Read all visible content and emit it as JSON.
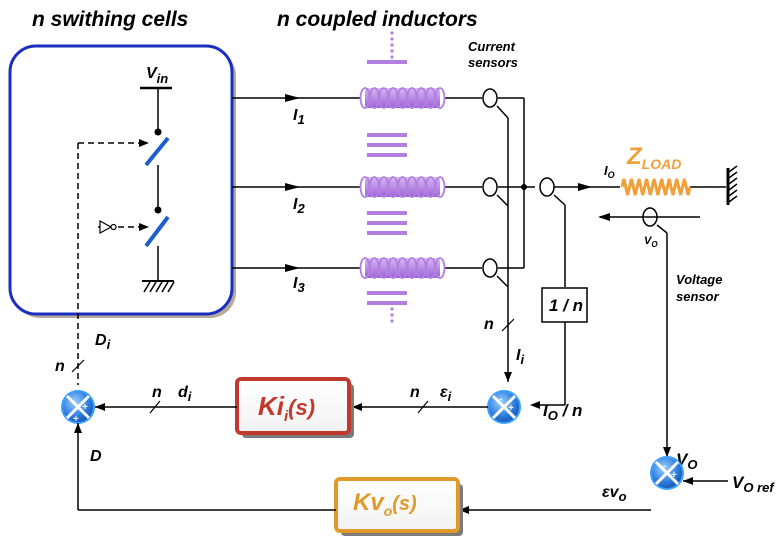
{
  "titles": {
    "cells": "n swithing cells",
    "inductors": "n coupled inductors"
  },
  "labels": {
    "current_sensors_1": "Current",
    "current_sensors_2": "sensors",
    "vin_main": "V",
    "vin_sub": "in",
    "i1_main": "I",
    "i1_sub": "1",
    "i2_main": "I",
    "i2_sub": "2",
    "i3_main": "I",
    "i3_sub": "3",
    "io_main": "I",
    "io_sub": "O",
    "zload_main": "Z",
    "zload_sub": "LOAD",
    "vo_small_main": "V",
    "vo_small_sub": "O",
    "voltage_sensor_1": "Voltage",
    "voltage_sensor_2": "sensor",
    "one_over_n": "1 / n",
    "n_right": "n",
    "ii_main": "I",
    "ii_sub": "i",
    "n_left": "n",
    "di_cap_main": "D",
    "di_cap_sub": "i",
    "n_mid1": "n",
    "di_main": "d",
    "di_sub": "i",
    "n_mid2": "n",
    "eps_main": "ε",
    "eps_sub": "i",
    "io_n_main": "I",
    "io_n_sub": "O",
    "io_n_tail": " / n",
    "d_label": "D",
    "vo_main": "V",
    "vo_sub": "O",
    "evo_main": "εv",
    "evo_sub": "o",
    "voref_main": "V",
    "voref_sub": "O ref",
    "ki_main": "Ki",
    "ki_sub": "i",
    "ki_tail": "(s)",
    "kv_main": "Kv",
    "kv_sub": "o",
    "kv_tail": "(s)",
    "sign_plus": "+",
    "sign_minus": "-"
  },
  "colors": {
    "inductor": "#b27ee0",
    "zload": "#f0a03a",
    "ki_border": "#c0392b",
    "kv_border": "#e09a2a",
    "ki_text": "#c0392b",
    "kv_text": "#e09a2a",
    "cell_border": "#1a2fbf",
    "summer_fill": "#1f6fd0",
    "switch": "#1a5fcc"
  }
}
